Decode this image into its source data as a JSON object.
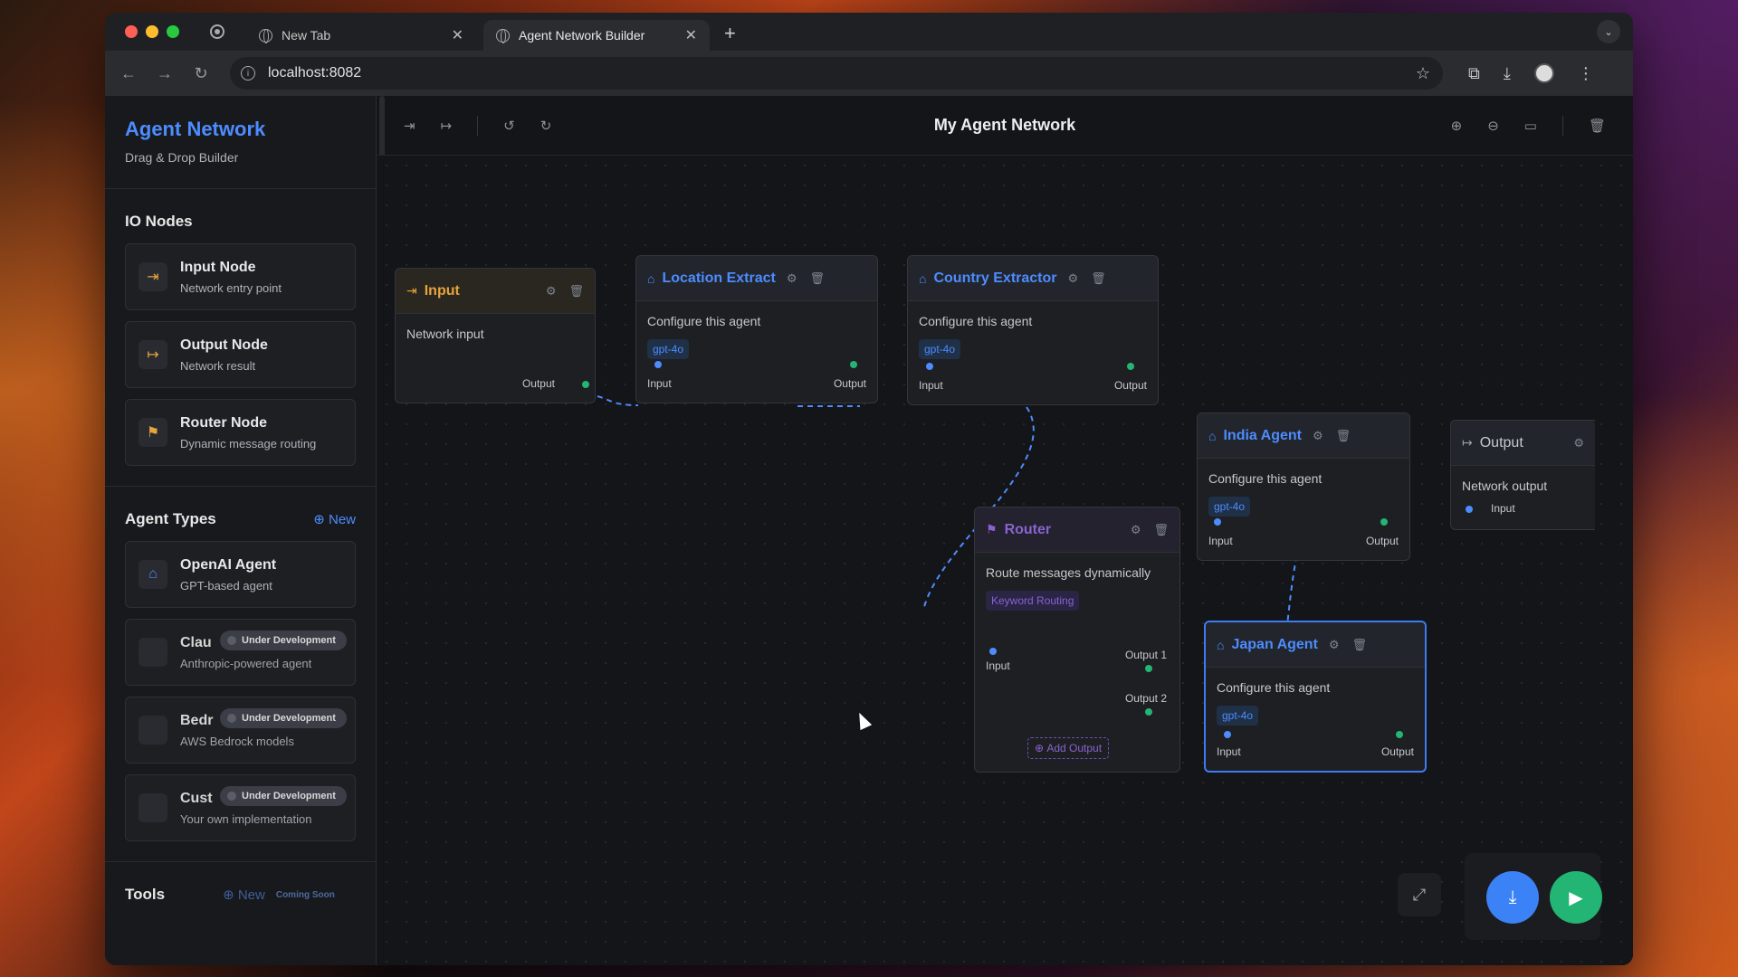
{
  "browser": {
    "tabs": [
      {
        "title": "New Tab"
      },
      {
        "title": "Agent Network Builder"
      }
    ],
    "url": "localhost:8082"
  },
  "sidebar": {
    "brand_title": "Agent Network",
    "brand_subtitle": "Drag & Drop Builder",
    "io_title": "IO Nodes",
    "io_nodes": [
      {
        "title": "Input Node",
        "desc": "Network entry point",
        "icon": "login-icon"
      },
      {
        "title": "Output Node",
        "desc": "Network result",
        "icon": "logout-icon"
      },
      {
        "title": "Router Node",
        "desc": "Dynamic message routing",
        "icon": "signpost-icon"
      }
    ],
    "agent_title": "Agent Types",
    "agent_new": "New",
    "agents": [
      {
        "title": "OpenAI Agent",
        "desc": "GPT-based agent"
      },
      {
        "title": "Clau",
        "desc": "Anthropic-powered agent",
        "badge": "Under Development"
      },
      {
        "title": "Bedr",
        "desc": "AWS Bedrock models",
        "badge": "Under Development"
      },
      {
        "title": "Cust",
        "desc": "Your own implementation",
        "badge": "Under Development"
      }
    ],
    "tools_title": "Tools",
    "tools_new": "New",
    "tools_coming": "Coming Soon"
  },
  "canvas": {
    "title": "My Agent Network",
    "nodes": {
      "input": {
        "name": "Input",
        "body": "Network input",
        "out": "Output"
      },
      "location": {
        "name": "Location Extract",
        "body": "Configure this agent",
        "model": "gpt-4o",
        "in": "Input",
        "out": "Output"
      },
      "country": {
        "name": "Country Extractor",
        "body": "Configure this agent",
        "model": "gpt-4o",
        "in": "Input",
        "out": "Output"
      },
      "router": {
        "name": "Router",
        "body": "Route messages dynamically",
        "chip": "Keyword Routing",
        "in": "Input",
        "out1": "Output 1",
        "out2": "Output 2",
        "add": "Add Output"
      },
      "india": {
        "name": "India Agent",
        "body": "Configure this agent",
        "model": "gpt-4o",
        "in": "Input",
        "out": "Output"
      },
      "japan": {
        "name": "Japan Agent",
        "body": "Configure this agent",
        "model": "gpt-4o",
        "in": "Input",
        "out": "Output"
      },
      "output": {
        "name": "Output",
        "body": "Network output",
        "in": "Input"
      }
    }
  },
  "colors": {
    "accent": "#4d8cff",
    "router": "#8a63d2",
    "input": "#e6a43c",
    "port_out": "#22b573"
  }
}
